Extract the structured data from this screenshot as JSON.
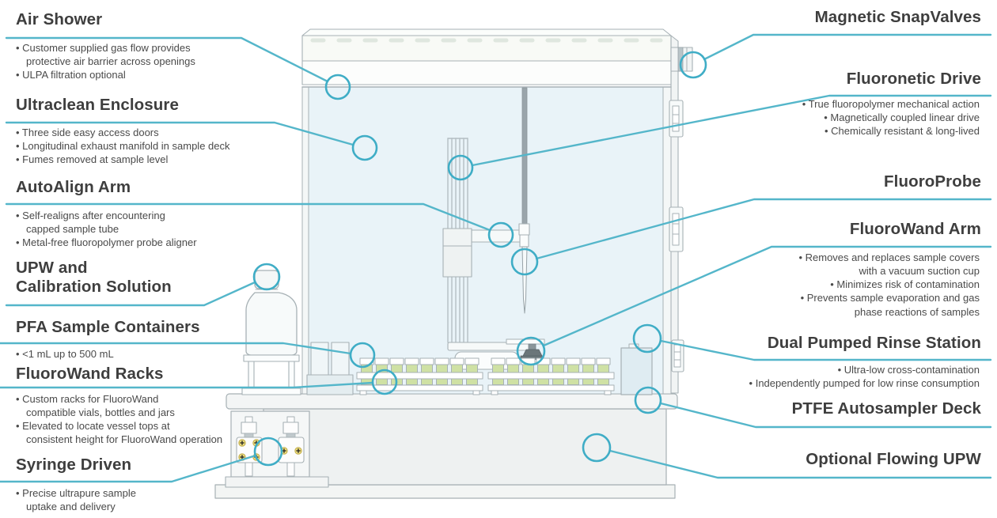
{
  "bullet_char": "•",
  "colors": {
    "accent_line": "#54b6ca",
    "marker_circle": "#3fadc6",
    "heading_text": "#3e3e3e",
    "bullet_text": "#4a4a4a",
    "glass_fill": "#e9f3f8",
    "vial_green": "#cfe1a4",
    "screw_yellow": "#ecdc7a"
  },
  "callouts_left": [
    {
      "title": "Air Shower",
      "bullets": [
        "Customer supplied gas flow provides\nprotective air barrier across openings",
        "ULPA filtration optional"
      ]
    },
    {
      "title": "Ultraclean Enclosure",
      "bullets": [
        "Three side easy access doors",
        "Longitudinal exhaust manifold in sample deck",
        "Fumes removed at sample level"
      ]
    },
    {
      "title": "AutoAlign Arm",
      "bullets": [
        "Self-realigns after encountering\ncapped sample tube",
        "Metal-free fluoropolymer probe aligner"
      ]
    },
    {
      "title": "UPW and\nCalibration Solution",
      "bullets": []
    },
    {
      "title": "PFA Sample Containers",
      "bullets": [
        "<1 mL up to 500 mL"
      ]
    },
    {
      "title": "FluoroWand Racks",
      "bullets": [
        "Custom racks for FluoroWand\ncompatible vials, bottles and jars",
        "Elevated to locate vessel tops at\nconsistent height for FluoroWand operation"
      ]
    },
    {
      "title": "Syringe Driven",
      "bullets": [
        "Precise ultrapure sample\nuptake and delivery"
      ]
    }
  ],
  "callouts_right": [
    {
      "title": "Magnetic SnapValves",
      "bullets": []
    },
    {
      "title": "Fluoronetic Drive",
      "bullets": [
        "True fluoropolymer mechanical action",
        "Magnetically coupled linear drive",
        "Chemically resistant & long-lived"
      ]
    },
    {
      "title": "FluoroProbe",
      "bullets": []
    },
    {
      "title": "FluoroWand Arm",
      "bullets": [
        "Removes and replaces sample covers\nwith a vacuum suction cup",
        "Minimizes risk of contamination",
        "Prevents sample evaporation and gas\nphase reactions of samples"
      ]
    },
    {
      "title": "Dual Pumped Rinse Station",
      "bullets": [
        "Ultra-low cross-contamination",
        "Independently pumped for low rinse consumption"
      ]
    },
    {
      "title": "PTFE Autosampler Deck",
      "bullets": []
    },
    {
      "title": "Optional Flowing UPW",
      "bullets": []
    }
  ]
}
